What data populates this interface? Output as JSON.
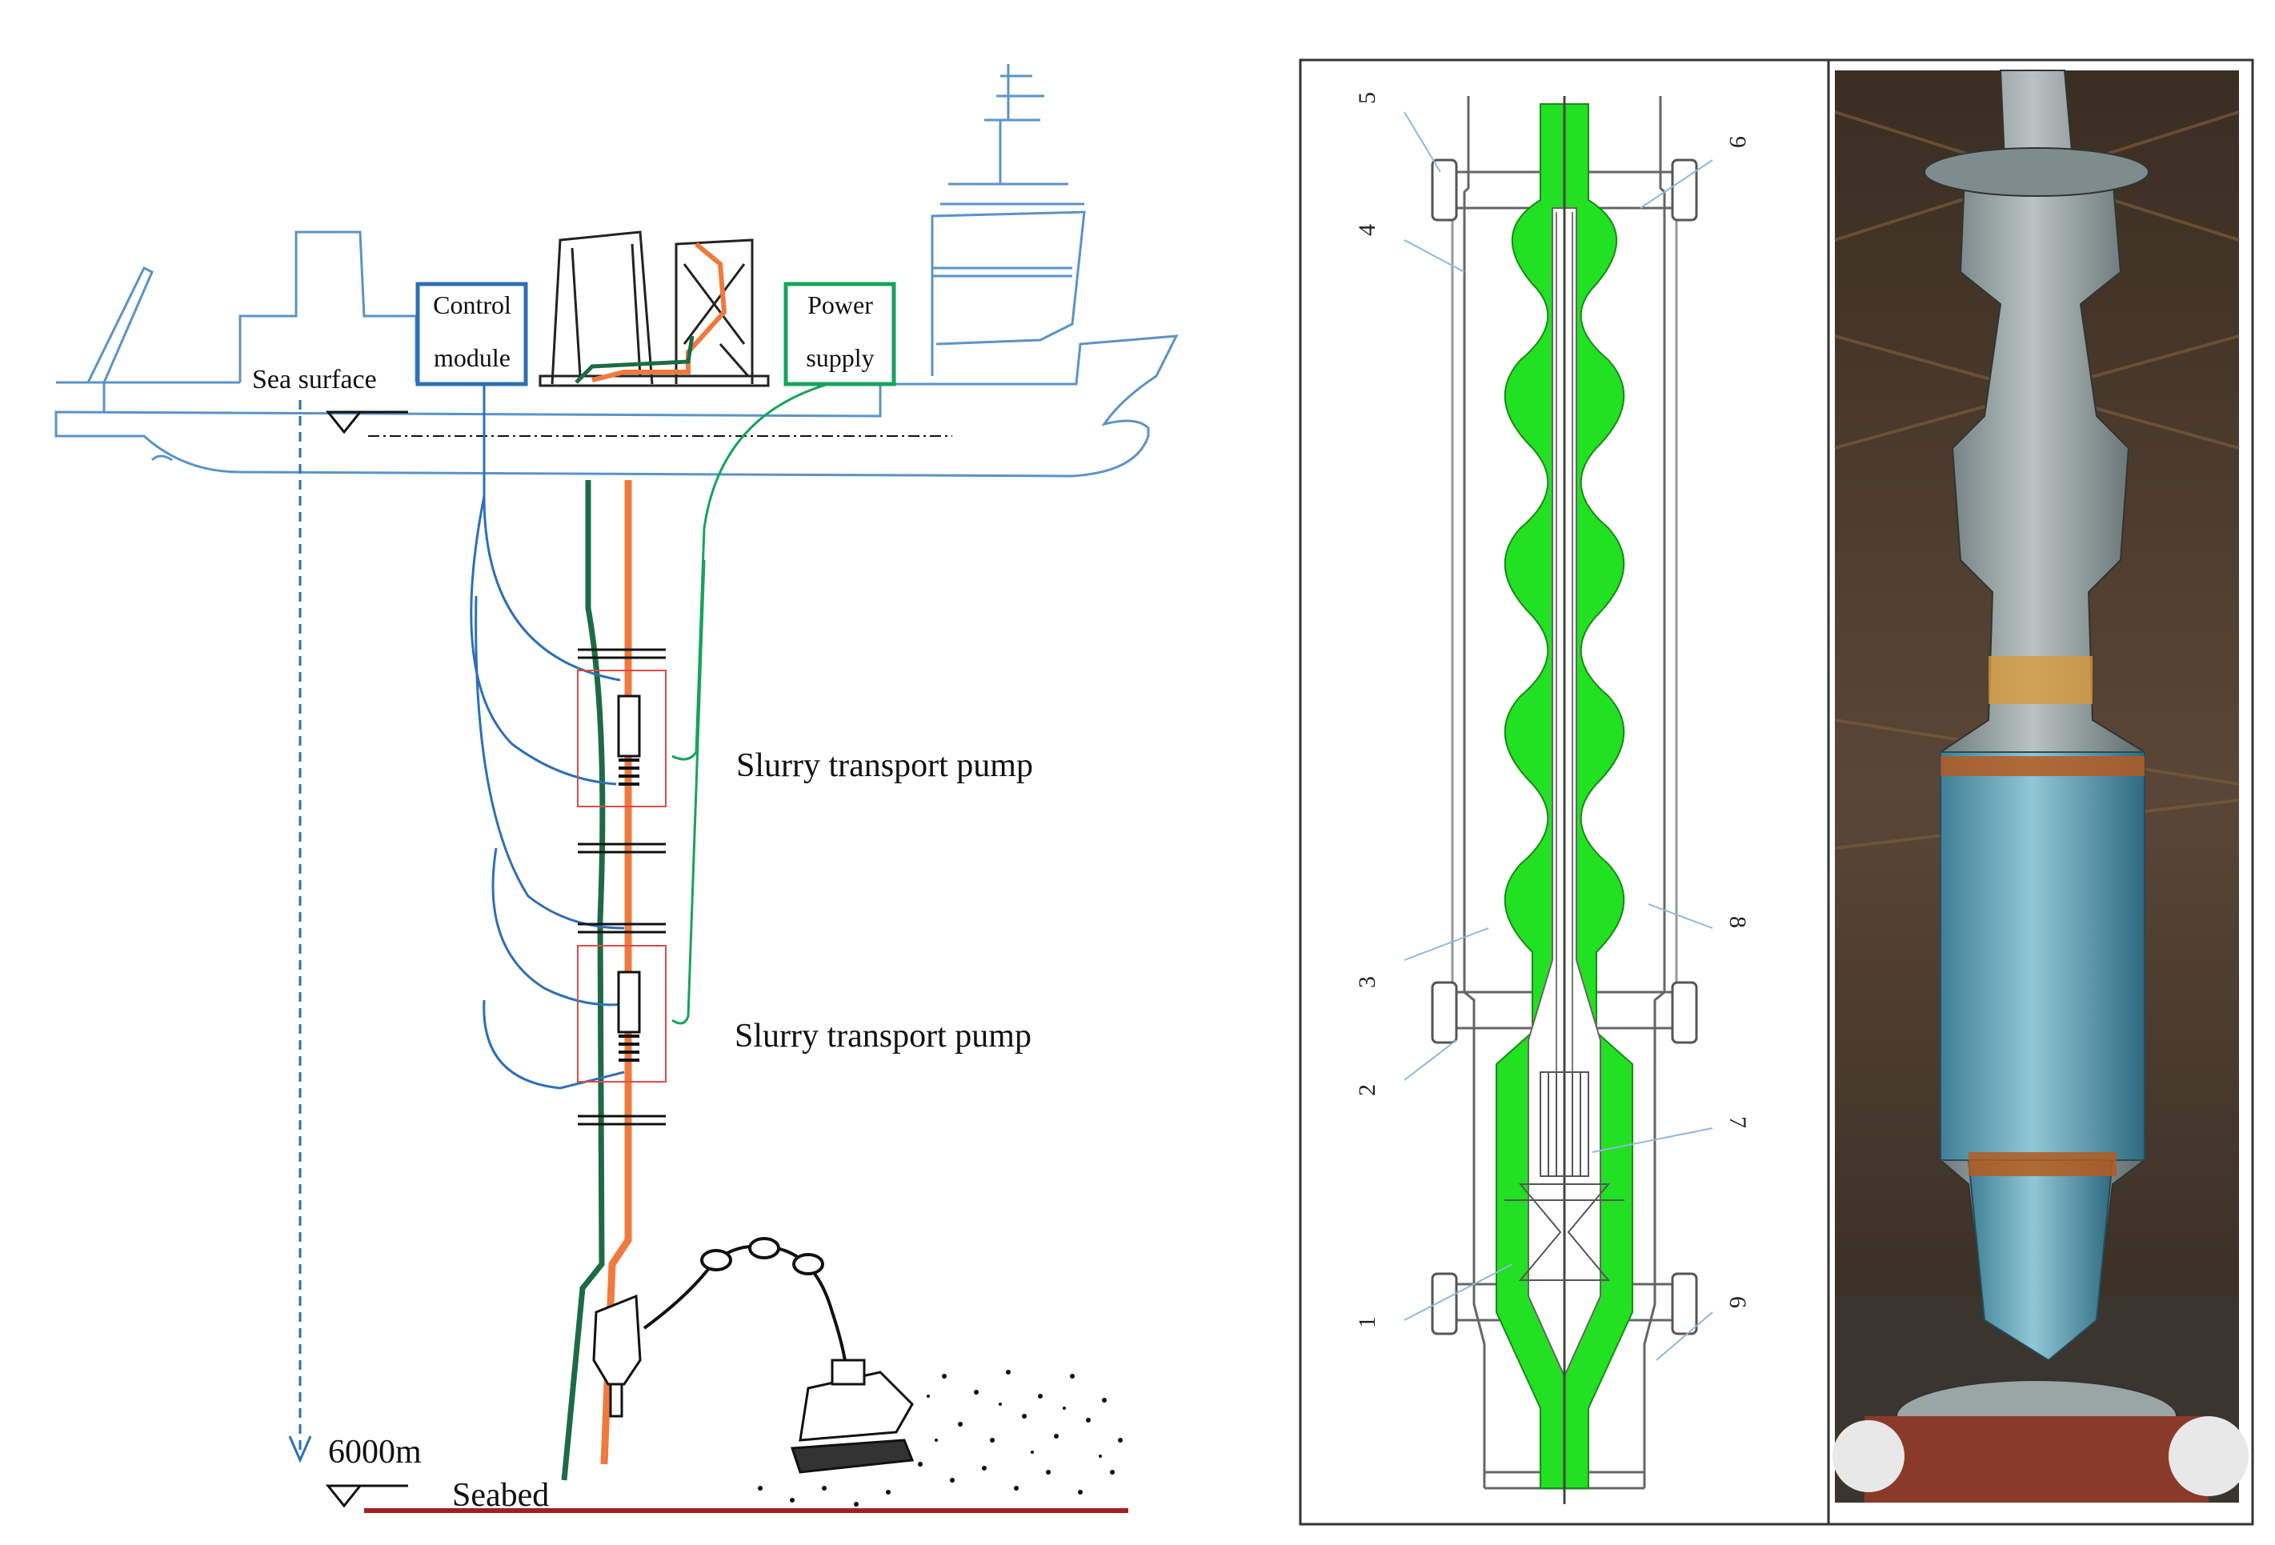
{
  "left_diagram": {
    "sea_surface_label": "Sea surface",
    "control_module_label": {
      "line1": "Control",
      "line2": "module"
    },
    "power_supply_label": {
      "line1": "Power",
      "line2": "supply"
    },
    "pump_label_upper": "Slurry transport pump",
    "pump_label_lower": "Slurry transport pump",
    "depth_label": "6000m",
    "seabed_label": "Seabed"
  },
  "right_diagram": {
    "part_numbers": [
      "1",
      "2",
      "3",
      "4",
      "5",
      "6",
      "7",
      "8",
      "9"
    ]
  },
  "colors": {
    "ship_line": "#5b93c7",
    "control_cable": "#2e6fb5",
    "power_cable": "#18a35b",
    "dark_green_pipe": "#1d6b45",
    "slurry_pipe": "#f07a3c",
    "pump_frame": "#e04a4a",
    "seabed": "#a51f1f",
    "flow_channel": "#22e022",
    "leader_line": "#8fb8dd"
  }
}
